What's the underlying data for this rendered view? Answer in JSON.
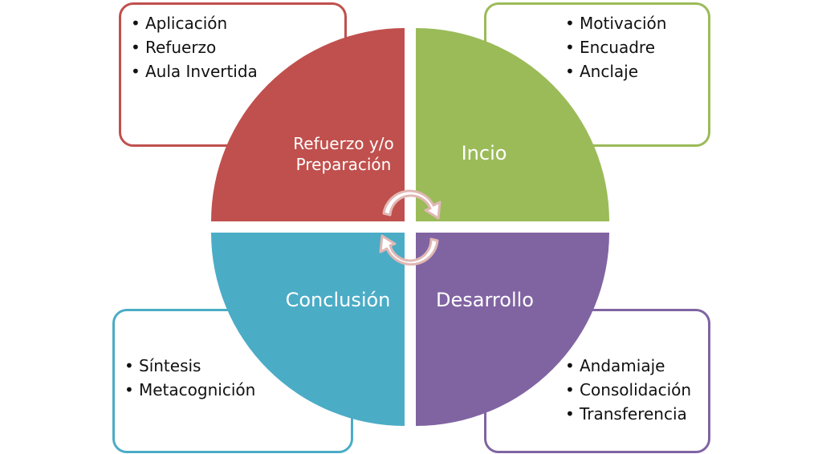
{
  "colors": {
    "top_left": "#c0504d",
    "top_right": "#9bbb59",
    "bottom_left": "#4bacc6",
    "bottom_right": "#8064a2",
    "arrow_fill": "#ffffff",
    "arrow_stroke": "#e0b8b5"
  },
  "quadrants": {
    "top_left": {
      "label_line1": "Refuerzo y/o",
      "label_line2": "Preparación"
    },
    "top_right": {
      "label": "Incio"
    },
    "bottom_left": {
      "label": "Conclusión"
    },
    "bottom_right": {
      "label": "Desarrollo"
    }
  },
  "boxes": {
    "top_left": {
      "items": [
        "Aplicación",
        "Refuerzo",
        "Aula Invertida"
      ]
    },
    "top_right": {
      "items": [
        "Motivación",
        "Encuadre",
        "Anclaje"
      ]
    },
    "bottom_left": {
      "items": [
        "Síntesis",
        "Metacognición"
      ]
    },
    "bottom_right": {
      "items": [
        "Andamiaje",
        "Consolidación",
        "Transferencia"
      ]
    }
  },
  "center_icon": "cycle-arrows-icon"
}
